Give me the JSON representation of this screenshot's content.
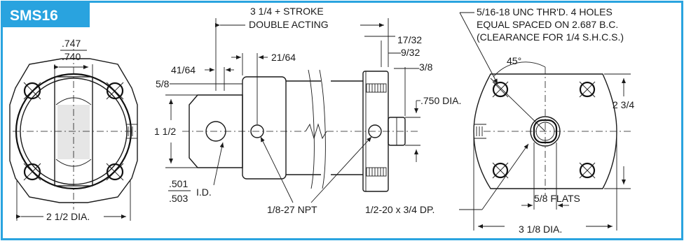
{
  "badge": {
    "label": "SMS16",
    "color": "#29a3df"
  },
  "frame_color": "#29a3df",
  "dims": {
    "d_747": ".747",
    "d_740": ".740",
    "d_2half_dia": "2 1/2 DIA.",
    "stroke_line1": "3 1/4 + STROKE",
    "stroke_line2": "DOUBLE ACTING",
    "d_41_64": "41/64",
    "d_21_64": "21/64",
    "d_5_8": "5/8",
    "d_1half": "1 1/2",
    "d_501": ".501",
    "d_503": ".503",
    "d_id": "I.D.",
    "d_npt": "1/8-27 NPT",
    "d_17_32": "17/32",
    "d_9_32": "9/32",
    "d_3_8": "3/8",
    "d_750_dia": ".750 DIA.",
    "d_thread_dp": "1/2-20 x 3/4 DP.",
    "note_line1": "5/16-18 UNC THR'D. 4 HOLES",
    "note_line2": "EQUAL SPACED ON 2.687 B.C.",
    "note_line3": "(CLEARANCE FOR 1/4 S.H.C.S.)",
    "d_45": "45°",
    "d_2_3_4": "2 3/4",
    "d_5_8_flats": "5/8  FLATS",
    "d_3_1_8_dia": "3 1/8 DIA."
  }
}
